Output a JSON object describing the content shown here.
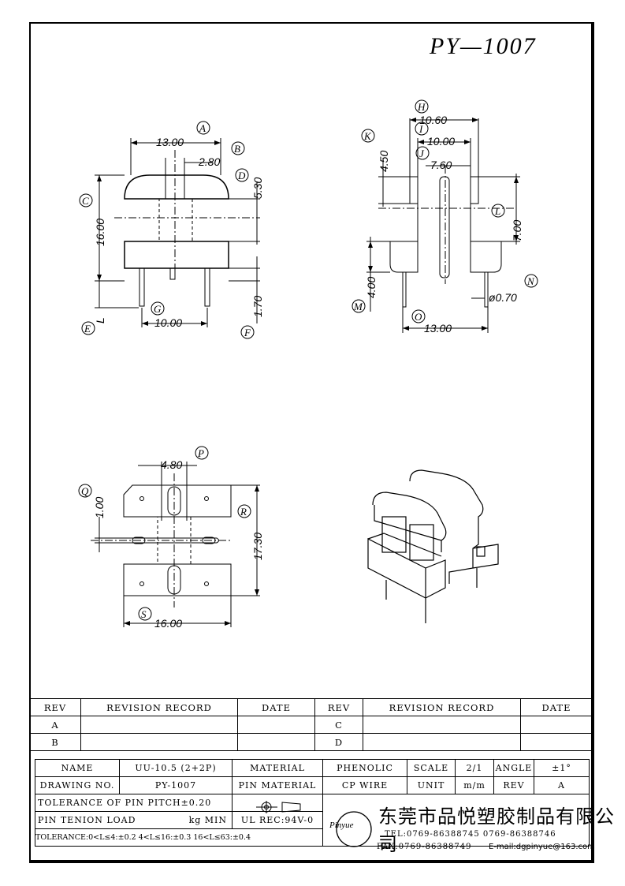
{
  "title": "PY—1007",
  "dims": {
    "front": {
      "A": "13.00",
      "B": "2.80",
      "D": "5.30",
      "C": "16.00",
      "G": "10.00",
      "F": "1.70",
      "E": "L"
    },
    "side": {
      "H": "10.60",
      "I": "10.00",
      "J": "7.60",
      "K": "4.50",
      "L": "7.00",
      "M": "4.00",
      "N": "ø0.70",
      "O": "13.00"
    },
    "bottom": {
      "P": "4.80",
      "Q": "1.00",
      "R": "17.30",
      "S": "16.00"
    }
  },
  "letters": [
    "A",
    "B",
    "C",
    "D",
    "E",
    "F",
    "G",
    "H",
    "I",
    "J",
    "K",
    "L",
    "M",
    "N",
    "O",
    "P",
    "Q",
    "R",
    "S"
  ],
  "revision": {
    "headers": [
      "REV",
      "REVISION RECORD",
      "DATE",
      "REV",
      "REVISION RECORD",
      "DATE"
    ],
    "rows": [
      [
        "A",
        "",
        "",
        "C",
        "",
        ""
      ],
      [
        "B",
        "",
        "",
        "D",
        "",
        ""
      ]
    ]
  },
  "info": {
    "name_label": "NAME",
    "name_value": "UU-10.5 (2+2P)",
    "material_label": "MATERIAL",
    "material_value": "PHENOLIC",
    "scale_label": "SCALE",
    "scale_value": "2/1",
    "angle_label": "ANGLE",
    "angle_value": "±1°",
    "drawing_label": "DRAWING NO.",
    "drawing_value": "PY-1007",
    "pin_material_label": "PIN MATERIAL",
    "pin_material_value": "CP WIRE",
    "unit_label": "UNIT",
    "unit_value": "m/m",
    "rev_label": "REV",
    "rev_value": "A",
    "tol_pitch": "TOLERANCE OF PIN PITCH±0.20",
    "pin_tension_label": "PIN TENION LOAD",
    "pin_tension_value": "kg MIN",
    "ul": "UL REC:94V-0",
    "tol_line": "TOLERANCE:0<L≤4:±0.2  4<L≤16:±0.3  16<L≤63:±0.4"
  },
  "company": {
    "name": "东莞市品悦塑胶制品有限公司",
    "tel": "TEL:0769-86388745   0769-86388746",
    "fax": "FAX:0769-86388749",
    "email": "E-mail:dgpinyue@163.com",
    "logo": "Pinyue"
  }
}
